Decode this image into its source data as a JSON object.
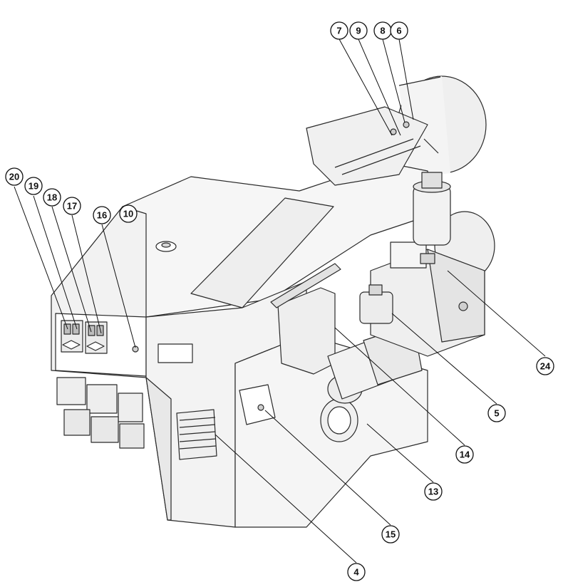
{
  "colors": {
    "line": "#2a2a2a",
    "body_fill": "#f4f4f4",
    "shade_fill": "#e6e6e6",
    "dark_fill": "#cfcfcf",
    "callout_stroke": "#111111",
    "callout_fill": "#ffffff"
  },
  "callouts": [
    {
      "id": "c7",
      "label": "7"
    },
    {
      "id": "c9",
      "label": "9"
    },
    {
      "id": "c8",
      "label": "8"
    },
    {
      "id": "c6",
      "label": "6"
    },
    {
      "id": "c20",
      "label": "20"
    },
    {
      "id": "c19",
      "label": "19"
    },
    {
      "id": "c18",
      "label": "18"
    },
    {
      "id": "c17",
      "label": "17"
    },
    {
      "id": "c16",
      "label": "16"
    },
    {
      "id": "c10",
      "label": "10"
    },
    {
      "id": "c24",
      "label": "24"
    },
    {
      "id": "c5",
      "label": "5"
    },
    {
      "id": "c14",
      "label": "14"
    },
    {
      "id": "c13",
      "label": "13"
    },
    {
      "id": "c15",
      "label": "15"
    },
    {
      "id": "c4",
      "label": "4"
    }
  ]
}
